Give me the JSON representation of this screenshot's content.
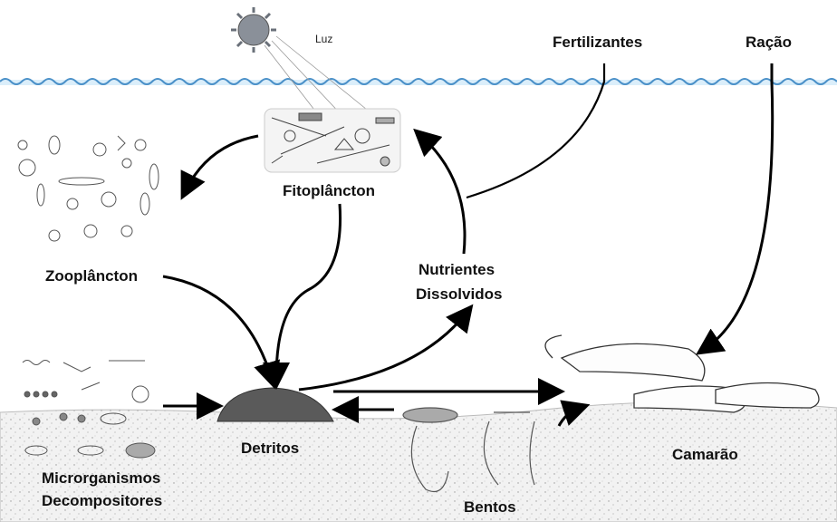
{
  "labels": {
    "light": "Luz",
    "fertilizers": "Fertilizantes",
    "feed": "Ração",
    "phytoplankton": "Fitoplâncton",
    "zooplankton": "Zooplâncton",
    "nutrients_line1": "Nutrientes",
    "nutrients_line2": "Dissolvidos",
    "detritus": "Detritos",
    "decomposers_line1": "Microrganismos",
    "decomposers_line2": "Decompositores",
    "benthos": "Bentos",
    "shrimp": "Camarão"
  },
  "colors": {
    "water_line": "#4a90c8",
    "water_fill": "#dbeefa",
    "sun_fill": "#8a9099",
    "sediment": "#d9d9d9",
    "arrow": "#000000"
  }
}
